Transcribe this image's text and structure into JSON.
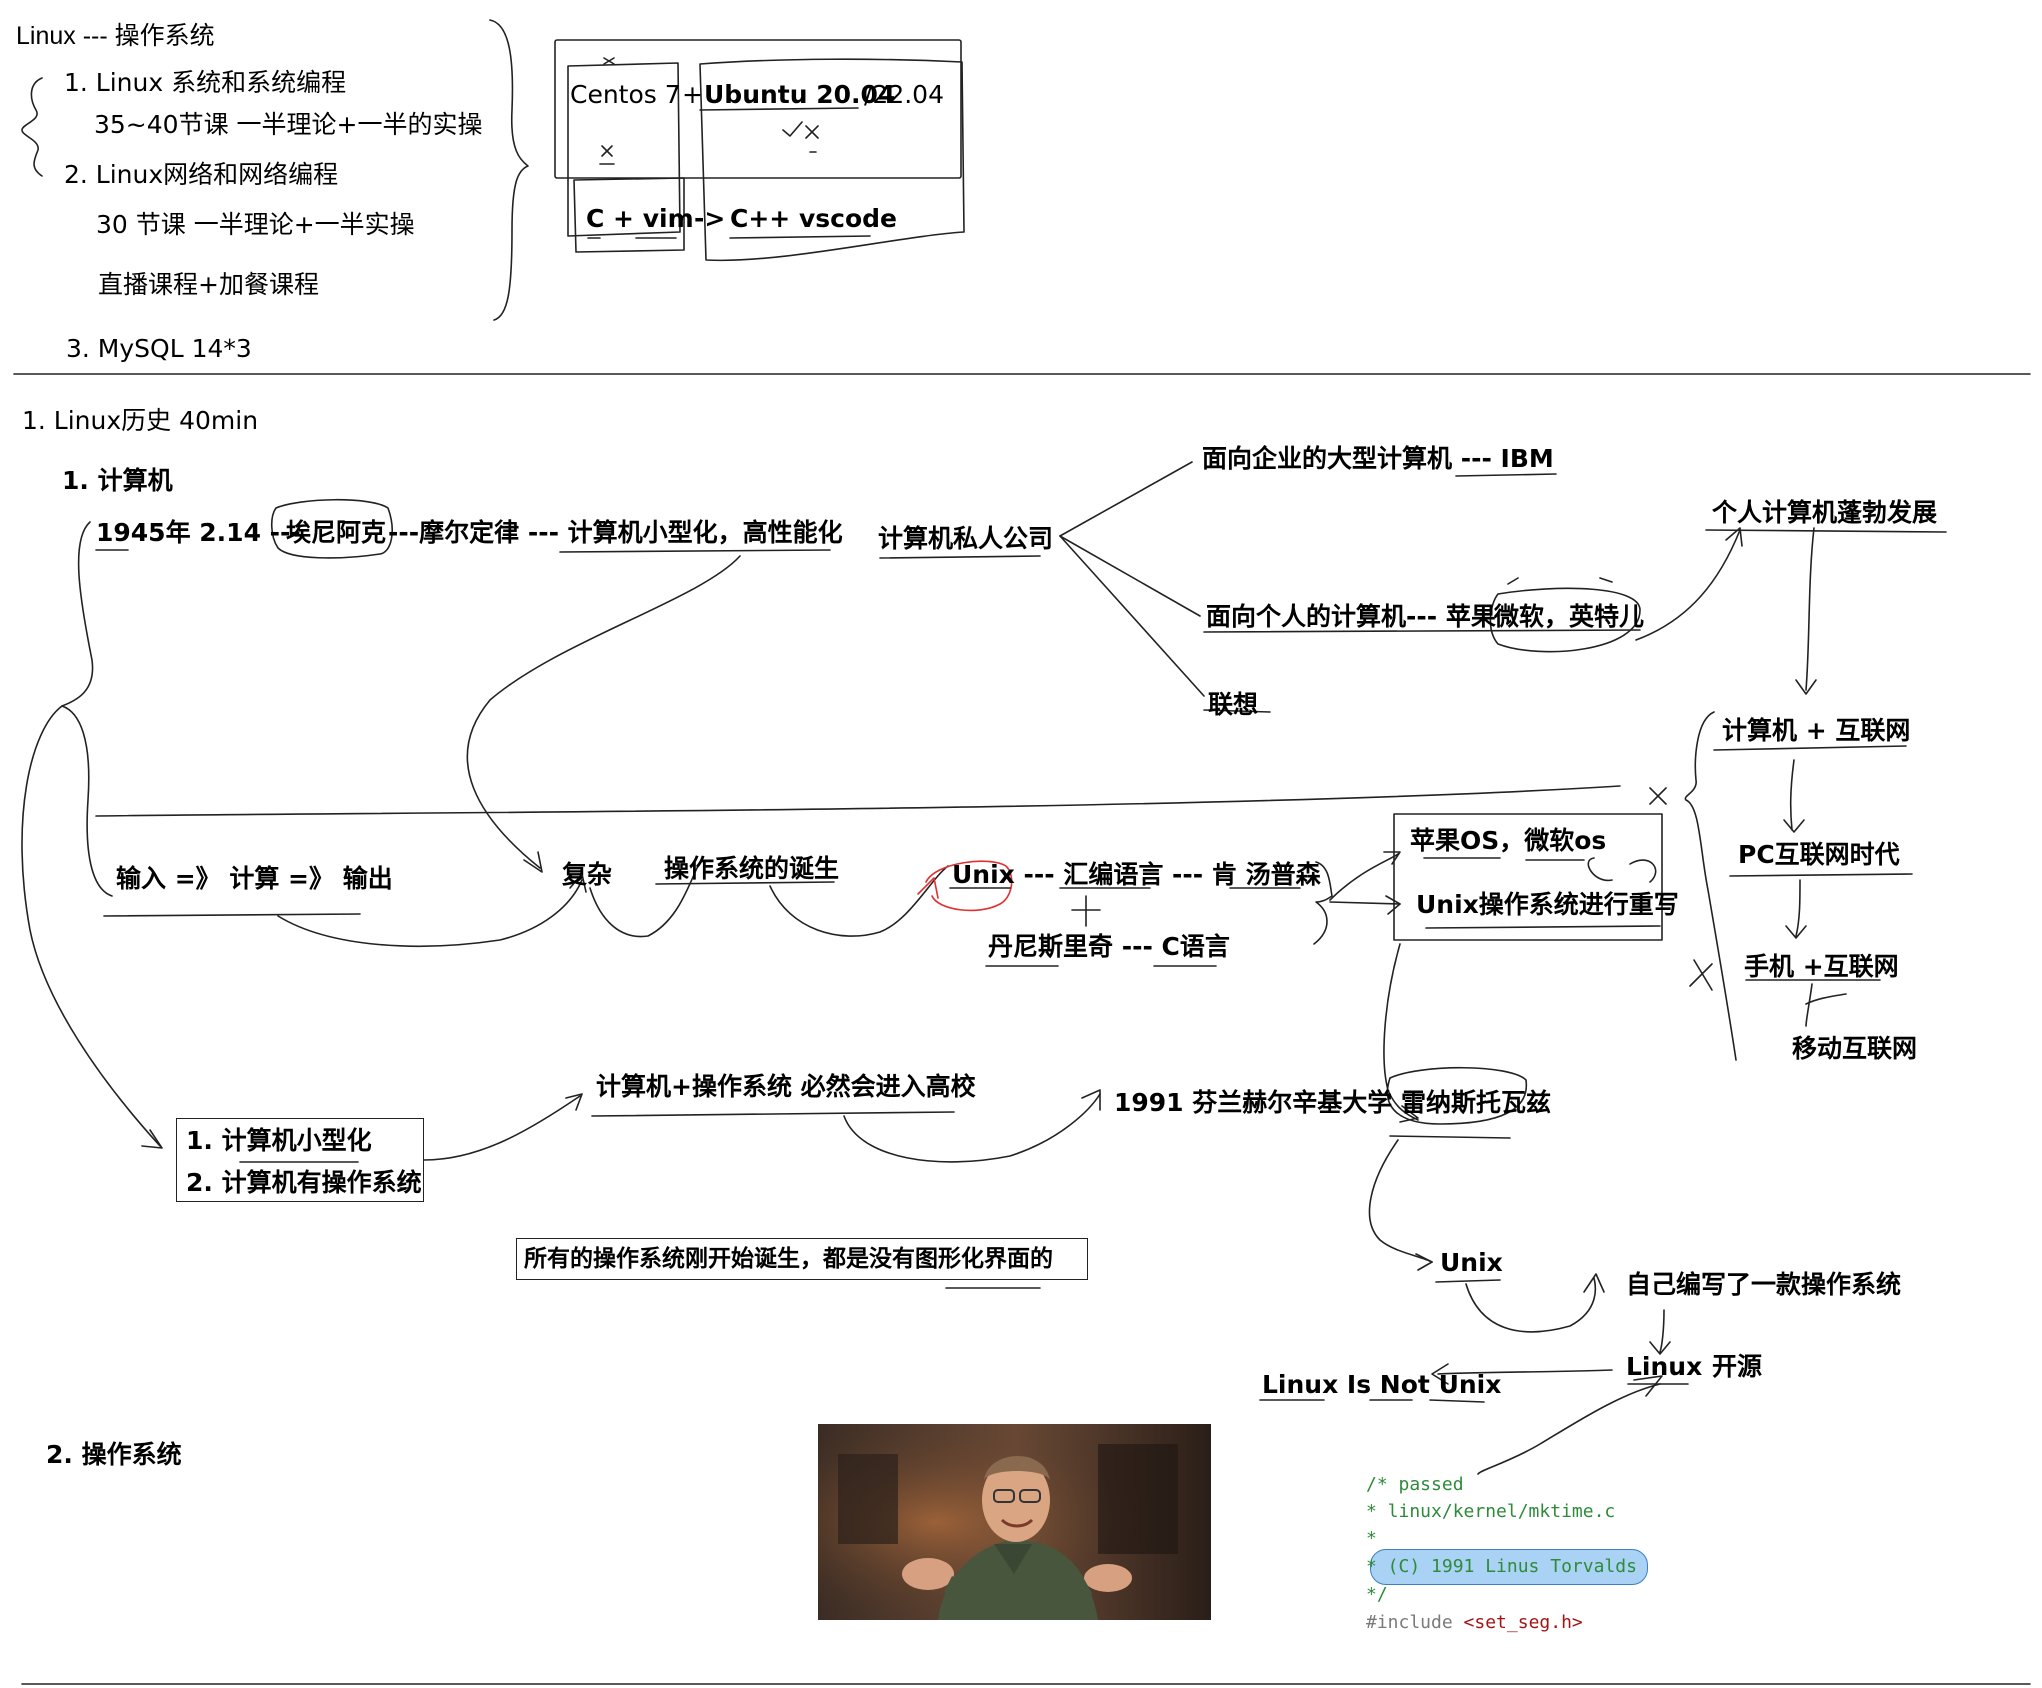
{
  "header": {
    "title": "Linux --- 操作系统",
    "course1": "1. Linux 系统和系统编程",
    "course1_detail": "35~40节课   一半理论+一半的实操",
    "course2": "2. Linux网络和网络编程",
    "course2_detail": "30   节课    一半理论+一半实操",
    "extra": "直播课程+加餐课程",
    "course3": "3. MySQL 14*3"
  },
  "env_box": {
    "centos": "Centos 7",
    "plus": "+",
    "ubuntu_bold": "Ubuntu 20.04",
    "ubuntu_rest": "/22.04",
    "c_vim": "C + vim",
    "arrow": "->",
    "cpp_vscode": "C++ vscode"
  },
  "section1": {
    "title": "1. Linux历史 40min",
    "sub1": "1. 计算机",
    "line1945": "1945年 2.14 ---",
    "eniac": "埃尼阿克",
    "moore": "---摩尔定律  --- 计算机小型化，高性能化",
    "private": "计算机私人公司",
    "enterprise": "面向企业的大型计算机 --- IBM",
    "personal": "面向个人的计算机--- 苹果",
    "ms_intel": "微软，英特儿",
    "lenovo": "联想",
    "pc_boom": "个人计算机蓬勃发展",
    "pc_internet": "计算机 + 互联网",
    "pc_era": "PC互联网时代",
    "mobile_plus": "手机 +互联网",
    "mobile": "移动互联网",
    "io": "输入 =》 计算 =》 输出",
    "complex": "复杂",
    "os_birth": "操作系统的诞生",
    "unix_line": "Unix --- 汇编语言 --- 肯 汤普森",
    "dennis": "丹尼斯里奇 --- C语言",
    "apple_ms_os": "苹果OS，微软os",
    "unix_rewrite": "Unix操作系统进行重写",
    "box_item1": "1. 计算机小型化",
    "box_item2": "2. 计算机有操作系统",
    "university": "计算机+操作系统 必然会进入高校",
    "linus_line": "1991 芬兰赫尔辛基大学 雷纳斯托瓦兹",
    "unix2": "Unix",
    "wrote_os": "自己编写了一款操作系统",
    "linux": "Linux",
    "open_source": "开源",
    "lin": "Linux Is  Not  Unix",
    "no_gui": "所有的操作系统刚开始诞生，都是没有图形化界面的"
  },
  "section2": {
    "title": "2. 操作系统"
  },
  "code": {
    "l1": "/* passed",
    "l2": "* linux/kernel/mktime.c",
    "l3": "*",
    "l4": "* (C) 1991 Linus Torvalds",
    "l5": "*/",
    "l6_directive": "#include ",
    "l6_header": "<set_seg.h>"
  },
  "colors": {
    "comment": "#2e8b3a",
    "highlight": "#a9d2f5",
    "unix_circle": "#e03030"
  }
}
